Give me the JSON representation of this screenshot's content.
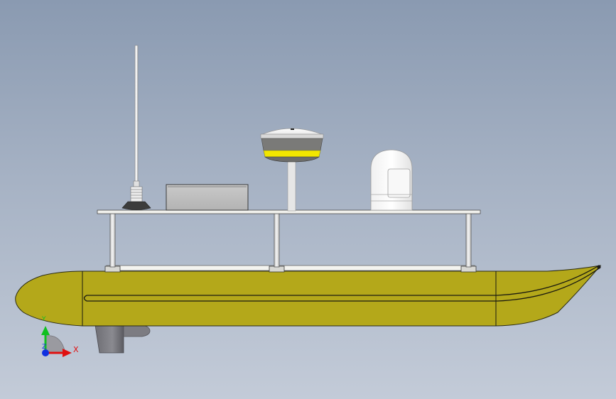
{
  "triad": {
    "x_label": "X",
    "y_label": "Y",
    "z_label": "Z"
  },
  "colors": {
    "hull": "#b4a81a",
    "hull_edge": "#1a1a10",
    "frame": "#f2f2ee",
    "gps_band": "#f2e600",
    "gps_body": "#7a7a78",
    "x_axis": "#e01010",
    "y_axis": "#10c020",
    "z_axis": "#1030e0"
  }
}
